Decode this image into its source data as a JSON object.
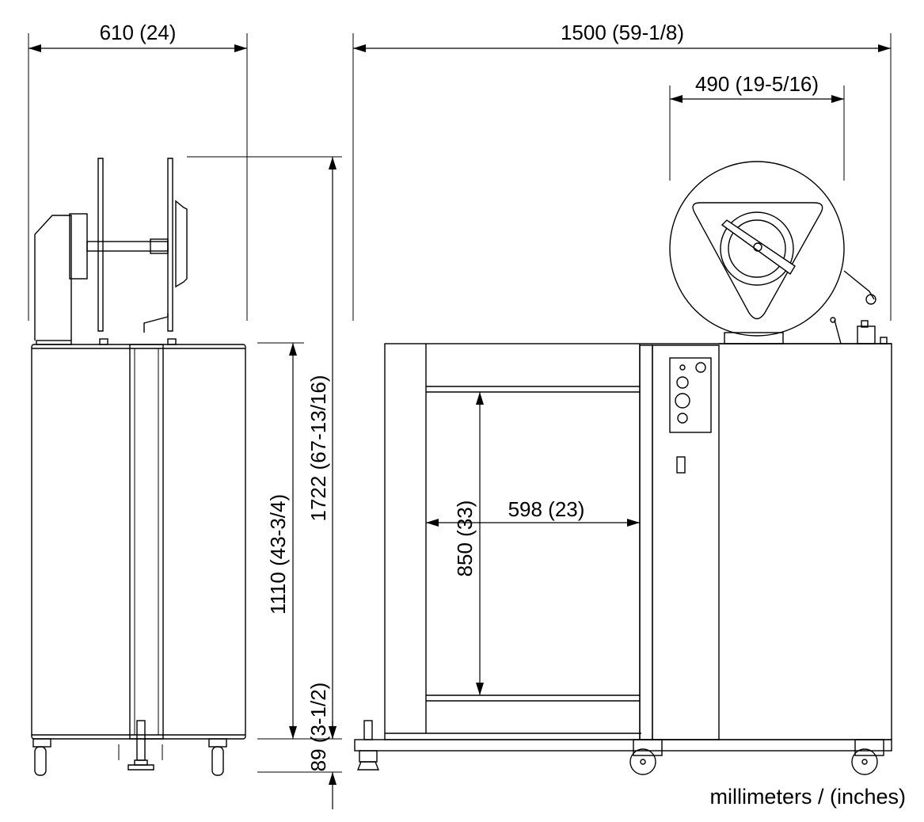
{
  "dimensions": {
    "side_width": "610 (24)",
    "total_length": "1500 (59-1/8)",
    "reel_diameter": "490 (19-5/16)",
    "total_height": "1722 (67-13/16)",
    "table_height": "1110 (43-3/4)",
    "caster_height": "89 (3-1/2)",
    "arch_width": "598 (23)",
    "arch_height": "850 (33)"
  },
  "units_note": "millimeters / (inches)"
}
